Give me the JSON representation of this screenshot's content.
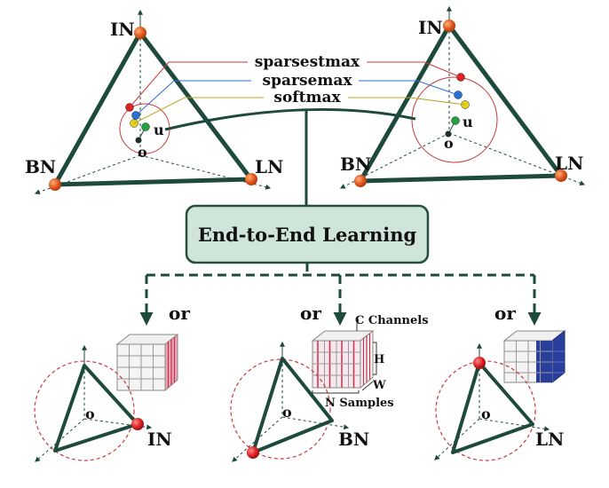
{
  "top_left": {
    "vertex_in": "IN",
    "vertex_bn": "BN",
    "vertex_ln": "LN",
    "point_u": "u",
    "point_o": "o"
  },
  "top_right": {
    "vertex_in": "IN",
    "vertex_bn": "BN",
    "vertex_ln": "LN",
    "point_u": "u",
    "point_o": "o"
  },
  "methods": {
    "sparsestmax": "sparsestmax",
    "sparsemax": "sparsemax",
    "softmax": "softmax"
  },
  "center_box": {
    "title": "End-to-End Learning",
    "fill_color": "#cfe5d9",
    "border_color": "#264d3d"
  },
  "bottom": {
    "left": {
      "or_label": "or",
      "vertex": "IN",
      "point_o": "o"
    },
    "middle": {
      "or_label": "or",
      "vertex": "BN",
      "point_o": "o",
      "cube_labels": {
        "channels": "C Channels",
        "height": "H",
        "width": "W",
        "samples": "N Samples"
      }
    },
    "right": {
      "or_label": "or",
      "vertex": "LN",
      "point_o": "o"
    }
  },
  "colors": {
    "edge": "#1e4a3e",
    "vertex_node": "#e0551c",
    "red_node": "#d92020",
    "circle_red": "#c83a3a",
    "sparsestmax_dot": "#e02020",
    "sparsemax_dot": "#2a6fd8",
    "softmax_dot": "#e6d21a",
    "u_dot": "#23a040",
    "cube_pink": "#e8a6b4",
    "cube_red": "#c8304c",
    "cube_blue": "#2a3f9c"
  }
}
